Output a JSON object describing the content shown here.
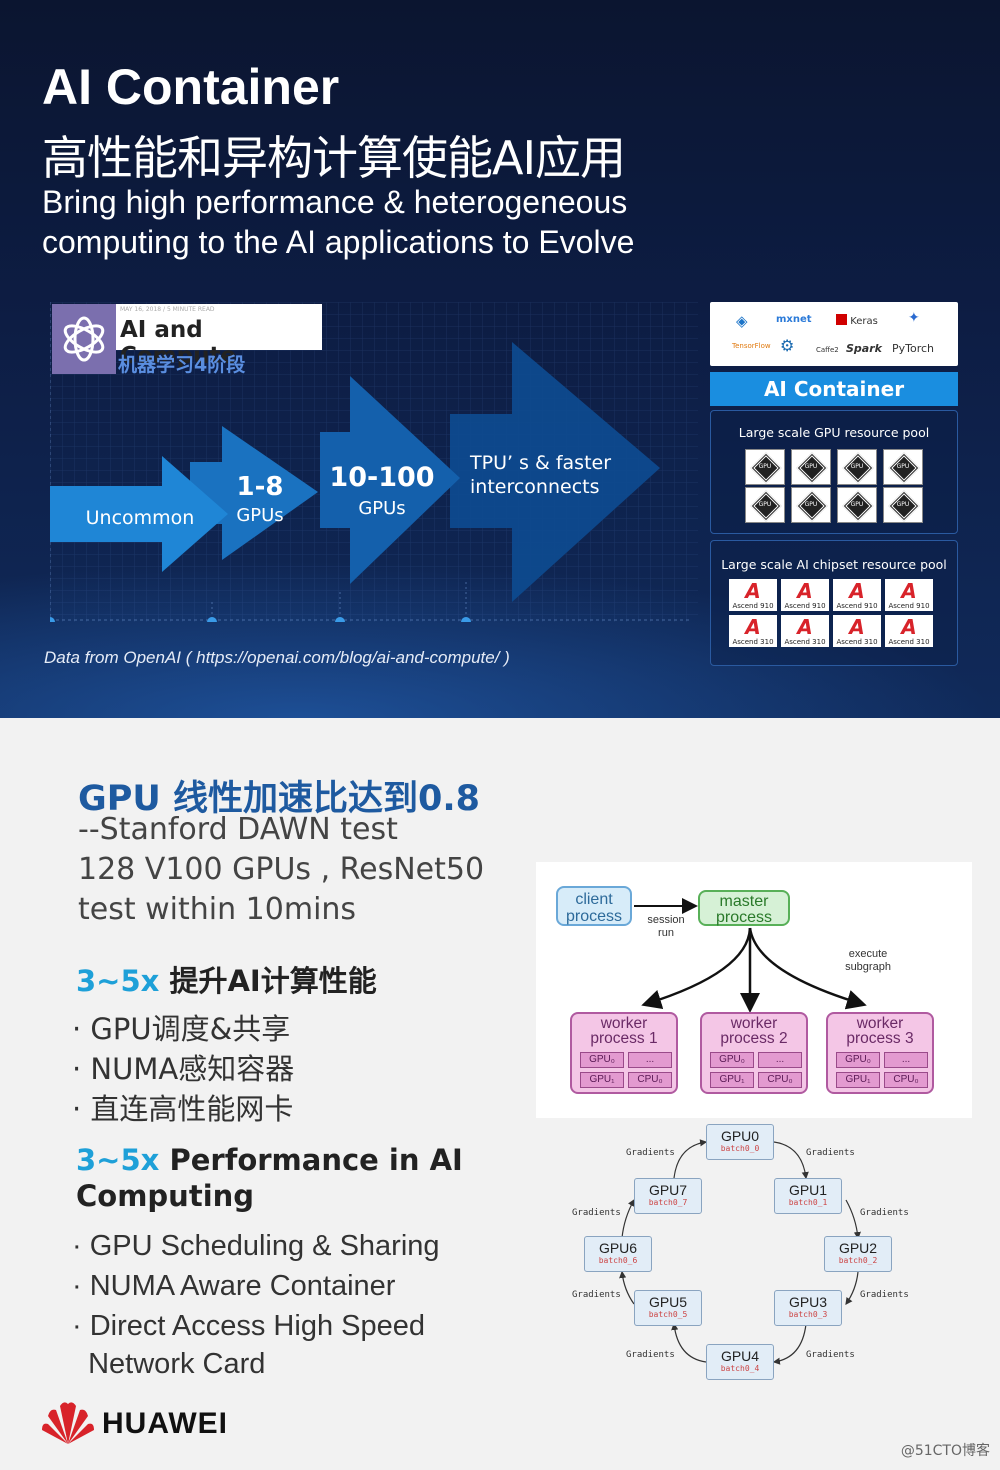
{
  "header": {
    "title": "AI Container",
    "subtitle_cn": "高性能和异构计算使能AI应用",
    "subtitle_en_1": "Bring high performance & heterogeneous",
    "subtitle_en_2": "computing to the AI applications to Evolve"
  },
  "openai_card": {
    "tiny": "MAY 16, 2018 / 5 MINUTE READ",
    "title": "AI and Compute",
    "subtitle": "机器学习4阶段"
  },
  "stages": [
    {
      "line1": "Uncommon",
      "line2": ""
    },
    {
      "line1": "1-8",
      "line2": "GPUs"
    },
    {
      "line1": "10-100",
      "line2": "GPUs"
    },
    {
      "line1": "TPU’ s & faster",
      "line2": "interconnects"
    }
  ],
  "source": "Data from OpenAI ( https://openai.com/blog/ai-and-compute/ )",
  "frameworks": [
    "mxnet",
    "Keras",
    "TensorFlow",
    "Caffe2",
    "Spark",
    "PyTorch"
  ],
  "container_label": "AI Container",
  "gpu_pool": {
    "title": "Large scale GPU resource pool",
    "chip_label": "GPU"
  },
  "ai_pool": {
    "title": "Large scale AI chipset resource pool",
    "row1": [
      "Ascend 910",
      "Ascend 910",
      "Ascend 910",
      "Ascend 910"
    ],
    "row2": [
      "Ascend 310",
      "Ascend 310",
      "Ascend 310",
      "Ascend 310"
    ]
  },
  "bottom": {
    "h1": "GPU 线性加速比达到0.8",
    "l1": "--Stanford DAWN test",
    "l2": "128  V100 GPUs , ResNet50",
    "l3": "test within 10mins",
    "cn_head_hl": "3~5x",
    "cn_head": " 提升AI计算性能",
    "cn_items": [
      "· GPU调度&共享",
      "· NUMA感知容器",
      "· 直连高性能网卡"
    ],
    "en_head_hl": "3~5x",
    "en_head_1": " Performance in AI",
    "en_head_2": "Computing",
    "en_items": [
      "· GPU Scheduling & Sharing",
      "· NUMA Aware Container",
      "· Direct Access High Speed",
      "  Network Card"
    ]
  },
  "process": {
    "client": [
      "client",
      "process"
    ],
    "master": [
      "master",
      "process"
    ],
    "session": [
      "session",
      "run"
    ],
    "execute": [
      "execute",
      "subgraph"
    ],
    "workers": [
      {
        "l1": "worker",
        "l2": "process 1"
      },
      {
        "l1": "worker",
        "l2": "process 2"
      },
      {
        "l1": "worker",
        "l2": "process 3"
      }
    ],
    "cells": [
      "GPU₀",
      "...",
      "GPU₁",
      "CPU₀"
    ]
  },
  "ring": {
    "nodes": [
      {
        "name": "GPU0",
        "batch": "batch0_0"
      },
      {
        "name": "GPU1",
        "batch": "batch0_1"
      },
      {
        "name": "GPU2",
        "batch": "batch0_2"
      },
      {
        "name": "GPU3",
        "batch": "batch0_3"
      },
      {
        "name": "GPU4",
        "batch": "batch0_4"
      },
      {
        "name": "GPU5",
        "batch": "batch0_5"
      },
      {
        "name": "GPU6",
        "batch": "batch0_6"
      },
      {
        "name": "GPU7",
        "batch": "batch0_7"
      }
    ],
    "edge_label": "Gradients"
  },
  "brand": "HUAWEI",
  "watermark": "@51CTO博客",
  "colors": {
    "accent_blue": "#1e5aa0",
    "highlight_cyan": "#1ea0d8",
    "banner_blue": "#1a8ee0",
    "huawei_red": "#d8232a"
  }
}
